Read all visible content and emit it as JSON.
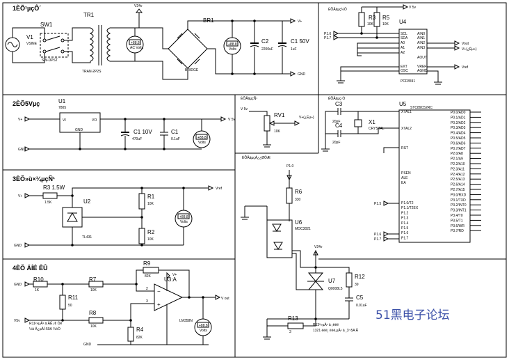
{
  "sections": {
    "s1": "1ÈÕ¹µçÔ´",
    "s2": "2ÈÕ5Vµç",
    "s3": "3ÈÕ»ù×¼µçÑ¹",
    "s4": "4ÈÕ ÄÍÉ ÊÛ",
    "s5": "ÈÕÅäµç¼Ô",
    "s6": "ÈÕÅäµçÑ¹",
    "s7": "ÈÕÅäµç·Ò",
    "s8": "ÈÕÅäµçÁ¿¿ØÖÆ"
  },
  "components": {
    "V1": {
      "ref": "V1",
      "type": "VSINE"
    },
    "SW1": {
      "ref": "SW1",
      "type": "SW-DPST"
    },
    "TR1": {
      "ref": "TR1",
      "type": "TRAN-2P2S"
    },
    "BR1": {
      "ref": "BR1",
      "type": "BRIDGE"
    },
    "C2": {
      "ref": "C2",
      "value": "2200uF"
    },
    "C1a": {
      "ref": "C1 50V",
      "value": "1uF"
    },
    "U1": {
      "ref": "U1",
      "type": "7805",
      "vi": "VI",
      "vo": "VO",
      "gnd": "GND"
    },
    "C1b": {
      "ref": "C1 10V",
      "value": "470uF"
    },
    "C1c": {
      "ref": "C1",
      "value": "0.1uF"
    },
    "R3a": {
      "ref": "R3 1.5W",
      "value": "1.5K"
    },
    "U2": {
      "ref": "U2",
      "type": "TL431"
    },
    "R1a": {
      "ref": "R1",
      "value": "10K"
    },
    "R2a": {
      "ref": "R2",
      "value": "10K"
    },
    "R9": {
      "ref": "R9",
      "value": "82K"
    },
    "R10": {
      "ref": "R10",
      "value": "1K"
    },
    "R7": {
      "ref": "R7",
      "value": "10K"
    },
    "R11": {
      "ref": "R11",
      "value": "50"
    },
    "R8": {
      "ref": "R8",
      "value": "10K"
    },
    "R4": {
      "ref": "R4",
      "value": "82K"
    },
    "U3": {
      "ref": "U3:A",
      "type": "LM358N"
    },
    "R3b": {
      "ref": "R3",
      "value": "10K"
    },
    "R5": {
      "ref": "R5",
      "value": "10K"
    },
    "U4": {
      "ref": "U4",
      "type": "PCF8591"
    },
    "RV1": {
      "ref": "RV1",
      "value": "10K"
    },
    "U5": {
      "ref": "U5",
      "type": "STC89C52RC"
    },
    "C3": {
      "ref": "C3",
      "value": "20pF"
    },
    "C4": {
      "ref": "C4",
      "value": "20pF"
    },
    "X1": {
      "ref": "X1",
      "type": "CRYSTAL"
    },
    "R6": {
      "ref": "R6",
      "value": "330"
    },
    "U6": {
      "ref": "U6",
      "type": "MOC3021"
    },
    "U7": {
      "ref": "U7",
      "type": "Q0008L5"
    },
    "R12": {
      "ref": "R12",
      "value": "39"
    },
    "C5": {
      "ref": "C5",
      "value": "0.01uF"
    },
    "R13": {
      "ref": "R13",
      "value": "3"
    }
  },
  "nets": {
    "v24": "V24v",
    "vplus": "V+",
    "v5": "V 5v",
    "v5s": "V5v",
    "vref": "Vref",
    "gnd": "GND",
    "vout": "V out",
    "vout2": "Vout",
    "vplus_adj": "V+(¿Éµ÷)",
    "p10": "P1.0",
    "p15": "P1.5",
    "p16": "P1.6",
    "p17": "P1.7"
  },
  "meters": {
    "value": "+88.8",
    "ac": "AC Volts",
    "dc": "Volts"
  },
  "pcf_pins": {
    "left": [
      "SCL",
      "SDA",
      "A0",
      "A1",
      "A2",
      "EXT",
      "OSC"
    ],
    "right": [
      "AIN0",
      "AIN1",
      "AIN2",
      "AIN3",
      "AOUT",
      "VREF",
      "AGND"
    ]
  },
  "mcu_pins": {
    "left_top": [
      "XTAL1",
      "XTAL2",
      "RST"
    ],
    "left_mid": [
      "PSEN",
      "ALE",
      "EA"
    ],
    "left_bot": [
      "P1.0/T2",
      "P1.1/T2EX",
      "P1.2",
      "P1.3",
      "P1.4",
      "P1.5",
      "P1.6",
      "P1.7"
    ],
    "right": [
      "P0.0/AD0",
      "P0.1/AD1",
      "P0.2/AD2",
      "P0.3/AD3",
      "P0.4/AD4",
      "P0.5/AD5",
      "P0.6/AD6",
      "P0.7/AD7",
      "P2.0/A8",
      "P2.1/A9",
      "P2.2/A10",
      "P2.3/A11",
      "P2.4/A12",
      "P2.5/A13",
      "P2.6/A14",
      "P2.7/A15",
      "P3.0/RXD",
      "P3.1/TXD",
      "P3.2/INT0",
      "P3.3/INT1",
      "P3.4/T0",
      "P3.5/T1",
      "P3.6/WR",
      "P3.7/RD"
    ]
  },
  "notes": {
    "n1": "R11²»µÄ¹ ä ÄÊ ¡¢ Óë",
    "n2": "½ä Ä¿µÄÍ·50A ¼óÒ",
    "n3": "R13²»µÄ¹ ä ¡ëëë",
    "n4": "1321 ëëë¸ ëëë,µÄ¹ ä ¸3~5A Â"
  },
  "watermark": "51黑电子论坛"
}
